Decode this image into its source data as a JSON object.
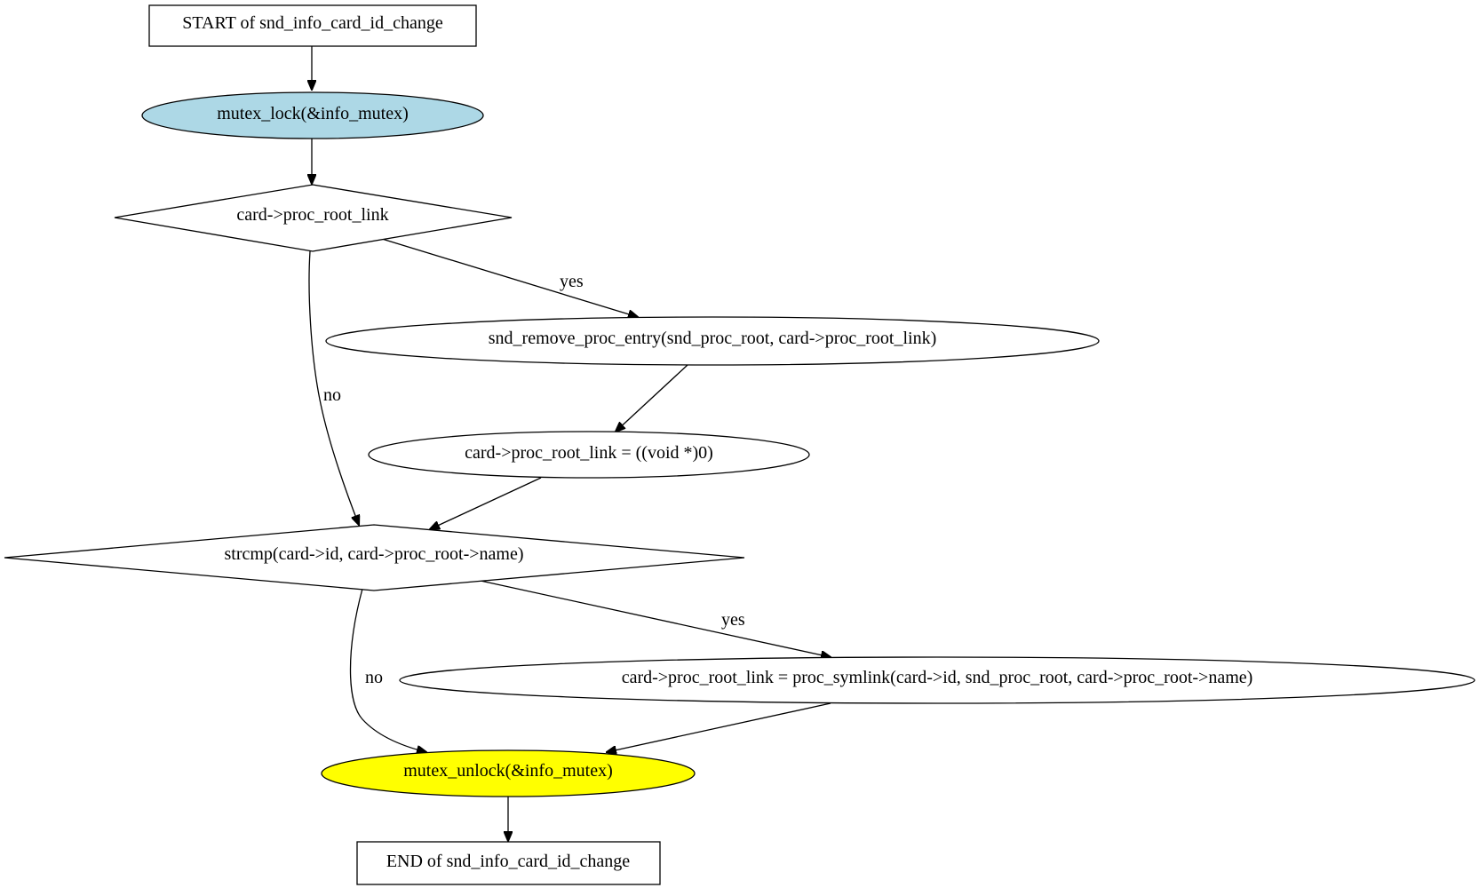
{
  "diagram": {
    "nodes": {
      "start": {
        "label": "START of snd_info_card_id_change",
        "shape": "box"
      },
      "lock": {
        "label": "mutex_lock(&info_mutex)",
        "shape": "ellipse",
        "fill": "#add8e6"
      },
      "cond1": {
        "label": "card->proc_root_link",
        "shape": "diamond"
      },
      "remove": {
        "label": "snd_remove_proc_entry(snd_proc_root, card->proc_root_link)",
        "shape": "ellipse"
      },
      "setnull": {
        "label": "card->proc_root_link = ((void *)0)",
        "shape": "ellipse"
      },
      "cond2": {
        "label": "strcmp(card->id, card->proc_root->name)",
        "shape": "diamond"
      },
      "symlink": {
        "label": "card->proc_root_link = proc_symlink(card->id, snd_proc_root, card->proc_root->name)",
        "shape": "ellipse"
      },
      "unlock": {
        "label": "mutex_unlock(&info_mutex)",
        "shape": "ellipse",
        "fill": "#ffff00"
      },
      "end": {
        "label": "END of snd_info_card_id_change",
        "shape": "box"
      }
    },
    "edges": [
      {
        "from": "start",
        "to": "lock",
        "label": ""
      },
      {
        "from": "lock",
        "to": "cond1",
        "label": ""
      },
      {
        "from": "cond1",
        "to": "remove",
        "label": "yes"
      },
      {
        "from": "cond1",
        "to": "cond2",
        "label": "no"
      },
      {
        "from": "remove",
        "to": "setnull",
        "label": ""
      },
      {
        "from": "setnull",
        "to": "cond2",
        "label": ""
      },
      {
        "from": "cond2",
        "to": "symlink",
        "label": "yes"
      },
      {
        "from": "cond2",
        "to": "unlock",
        "label": "no"
      },
      {
        "from": "symlink",
        "to": "unlock",
        "label": ""
      },
      {
        "from": "unlock",
        "to": "end",
        "label": ""
      }
    ]
  }
}
